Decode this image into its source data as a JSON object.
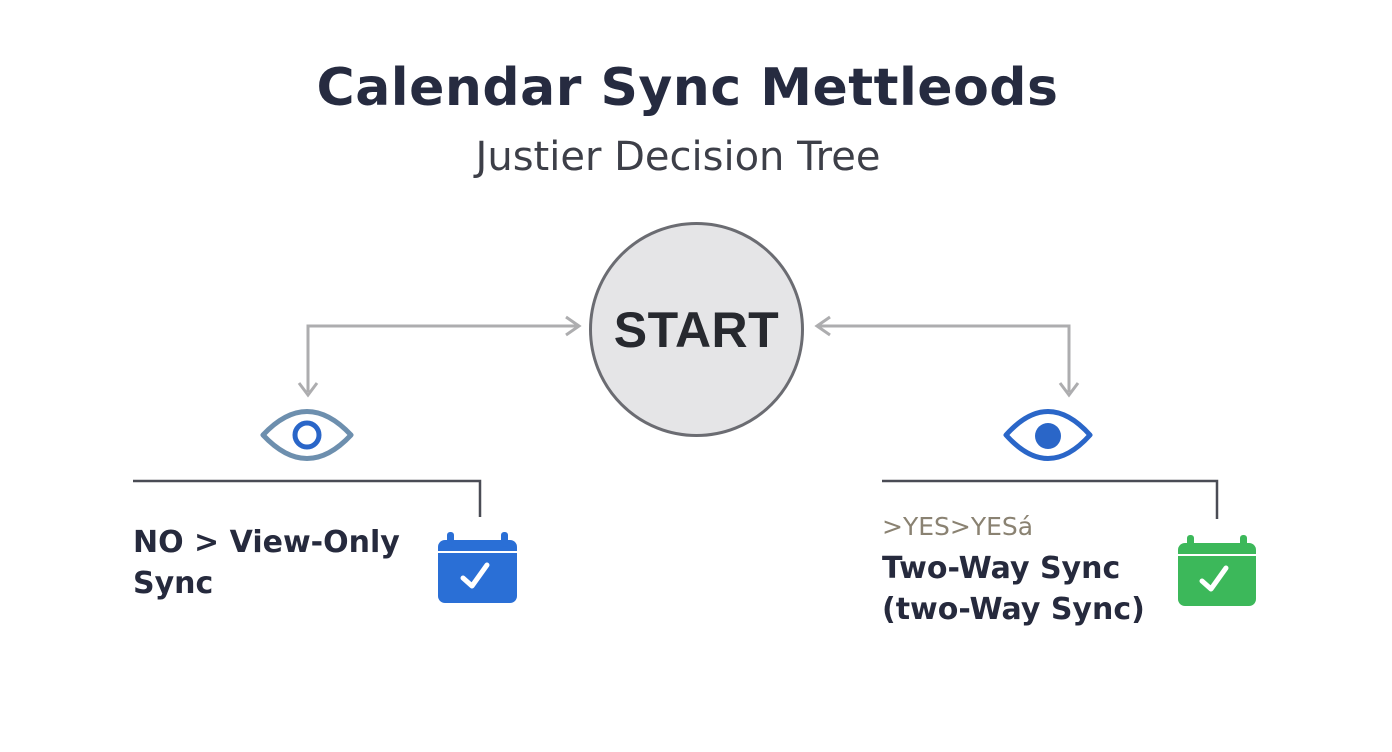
{
  "title": "Calendar Sync Mettleods",
  "subtitle": "Justier Decision Tree",
  "start_node": {
    "label": "START"
  },
  "left_branch": {
    "label_line1": "NO > View-Only",
    "label_line2": "Sync",
    "eye_icon": "eye-outline-icon",
    "calendar_icon": "calendar-check-icon",
    "calendar_color": "#2a6fd6",
    "eye_color": "#6d8fae"
  },
  "right_branch": {
    "prefix": ">YES>YESá",
    "label_line1": "Two-Way Sync",
    "label_line2": "(two-Way Sync)",
    "eye_icon": "eye-filled-icon",
    "calendar_icon": "calendar-check-icon",
    "calendar_color": "#3cb85a",
    "eye_color": "#2a66c8"
  },
  "colors": {
    "connector": "#adadaf",
    "branch_line": "#4a4c55",
    "title": "#262b40"
  }
}
